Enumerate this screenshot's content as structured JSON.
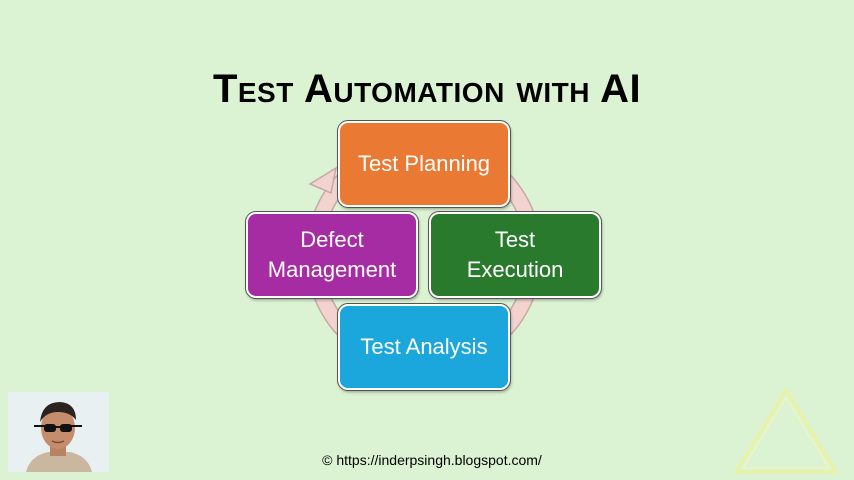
{
  "slide": {
    "title": "Test Automation with AI",
    "footer_url": "© https://inderpsingh.blogspot.com/"
  },
  "diagram": {
    "nodes": [
      {
        "id": "planning",
        "label": "Test Planning",
        "color": "#ea7a33"
      },
      {
        "id": "execution",
        "label": "Test\nExecution",
        "color": "#2a7a2e"
      },
      {
        "id": "analysis",
        "label": "Test Analysis",
        "color": "#1ba6dc"
      },
      {
        "id": "defect",
        "label": "Defect\nManagement",
        "color": "#a52ca3"
      }
    ],
    "cycle_color": "#f3d3cf",
    "cycle_stroke": "#c6a8a3"
  },
  "presenter": {
    "avatar_icon": "presenter-photo-icon"
  }
}
